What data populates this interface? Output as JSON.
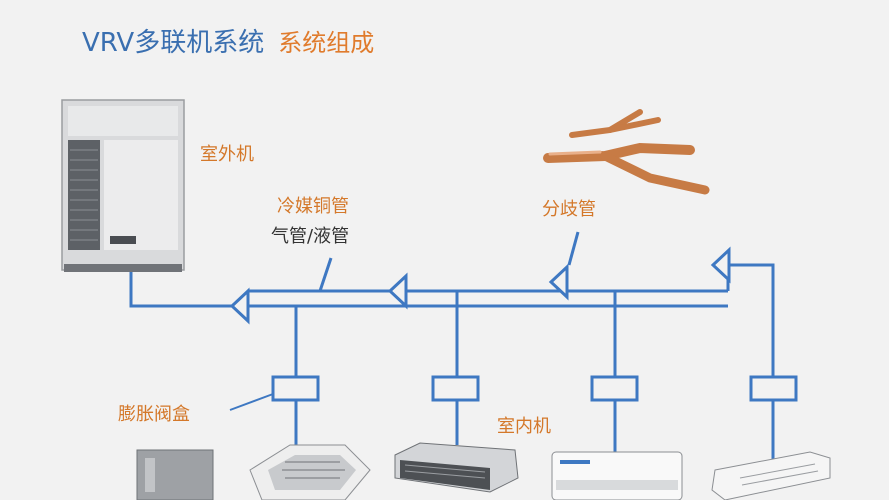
{
  "title": {
    "main": "VRV多联机系统",
    "sub": "系统组成"
  },
  "labels": {
    "outdoor_unit": "室外机",
    "copper_pipe": "冷媒铜管",
    "gas_liquid": "气管/液管",
    "branch_pipe": "分歧管",
    "expansion_box": "膨胀阀盒",
    "indoor_unit": "室内机"
  },
  "colors": {
    "pipe": "#3e78c2",
    "label_orange": "#d4782a",
    "title_blue": "#3a6fb0",
    "copper": "#c77b45"
  },
  "icons": [
    "outdoor-unit-icon",
    "branch-pipe-icon",
    "expansion-valve-box-icon",
    "cassette-unit-icon",
    "duct-unit-icon",
    "wall-unit-icon",
    "ceiling-unit-icon"
  ]
}
